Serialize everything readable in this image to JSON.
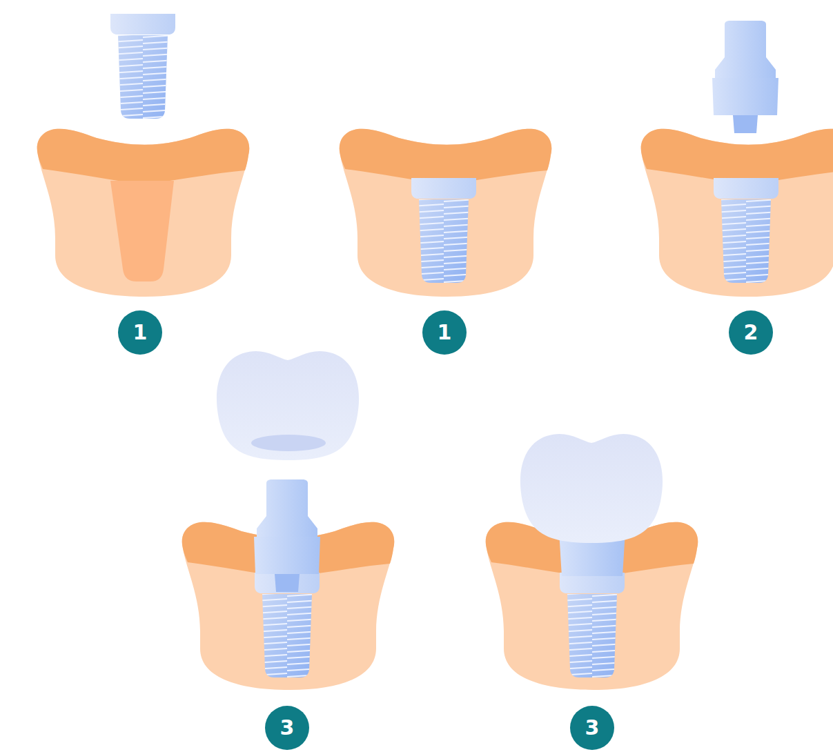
{
  "diagram": {
    "labels": [
      "1",
      "1",
      "2",
      "3",
      "3"
    ]
  }
}
